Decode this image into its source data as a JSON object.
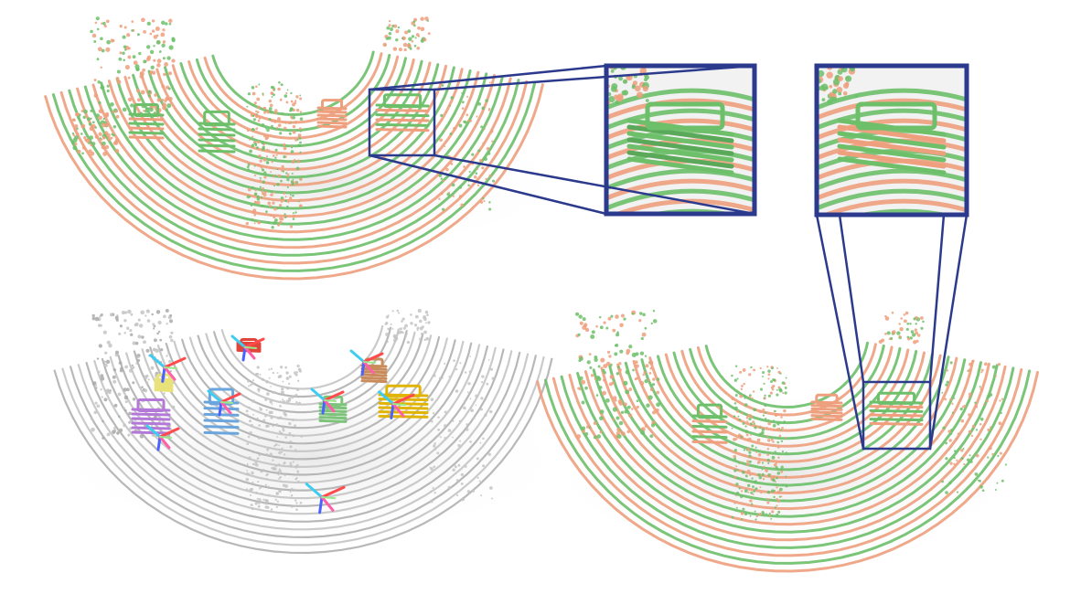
{
  "figure": {
    "panels": [
      {
        "id": "top-left",
        "content": "lidar-point-cloud",
        "palette": [
          "#7cc47a",
          "#eea37f"
        ]
      },
      {
        "id": "bottom-left",
        "content": "lidar-point-cloud-with-pose-axes",
        "palette": [
          "#c6c6c6"
        ]
      },
      {
        "id": "bottom-right",
        "content": "lidar-point-cloud",
        "palette": [
          "#7cc47a",
          "#eea37f"
        ]
      }
    ],
    "zoom_insets": 2
  },
  "colors": {
    "point_green": "#6dbf6a",
    "point_orange": "#ee9f7d",
    "point_gray": "#c4c4c4",
    "inset_border": "#2b3a8c",
    "axis_red": "#ff4b4b",
    "axis_cyan": "#3ecdf0",
    "axis_lime": "#9be88a",
    "axis_blue": "#4a62ff",
    "axis_pink": "#ff5fa8",
    "box_purple": "#b478d8",
    "box_blue": "#6aa6dd",
    "box_green": "#7cc47a",
    "box_yellow": "#e0b400",
    "box_brown": "#c98b5a",
    "box_red": "#e0453a",
    "box_lightyellow": "#e9e27a"
  }
}
